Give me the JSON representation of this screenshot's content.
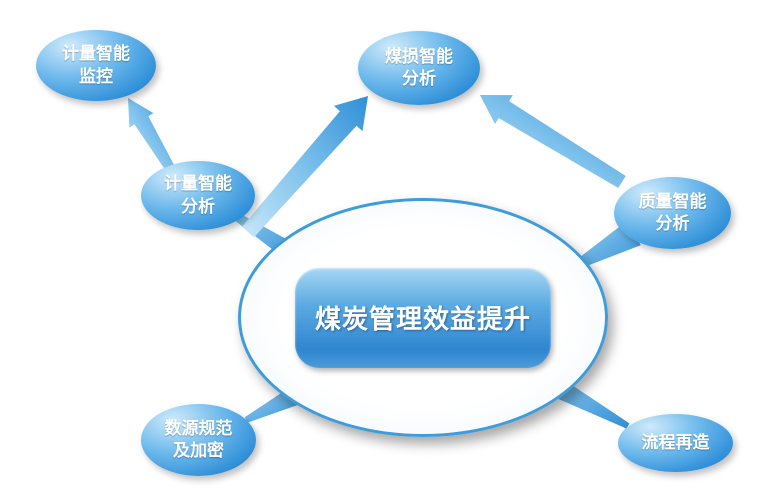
{
  "diagram": {
    "center": {
      "label": "煤炭管理效益提升"
    },
    "nodes": [
      {
        "id": "metering-monitoring",
        "label": "计量智能\n监控"
      },
      {
        "id": "coal-loss-analysis",
        "label": "煤损智能\n分析"
      },
      {
        "id": "metering-analysis",
        "label": "计量智能\n分析"
      },
      {
        "id": "quality-analysis",
        "label": "质量智能\n分析"
      },
      {
        "id": "data-source-encrypt",
        "label": "数源规范\n及加密"
      },
      {
        "id": "process-reengineering",
        "label": "流程再造"
      }
    ],
    "colors": {
      "bubble_light": "#cfeafa",
      "bubble_dark": "#1a7fd0",
      "arrow_light": "#c9e8f9",
      "arrow_dark": "#2f8fd6",
      "ellipse_border": "#3f9cda"
    }
  }
}
